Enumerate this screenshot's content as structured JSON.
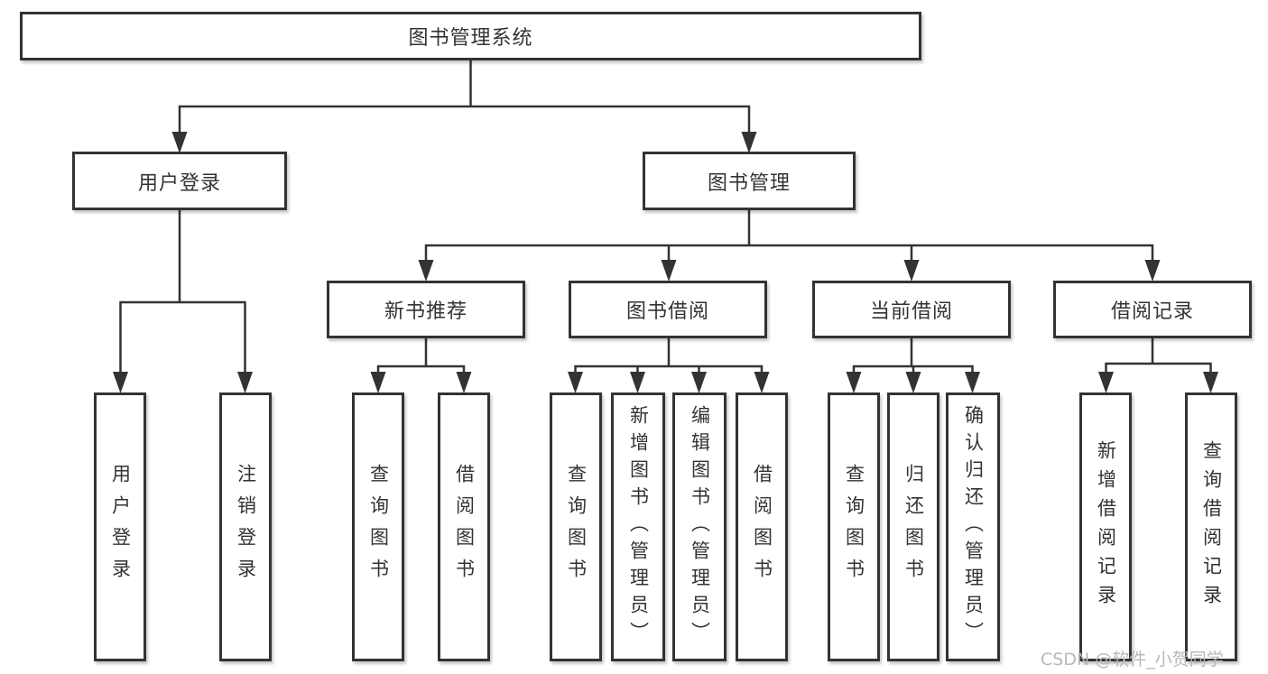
{
  "colors": {
    "line": "#333333",
    "text": "#333333",
    "box_background": "#ffffff",
    "background": "#ffffff",
    "watermark": "#b8b8b8"
  },
  "watermark": "CSDN @软件_小贺同学",
  "tree": {
    "root": {
      "label": "图书管理系统"
    },
    "children": [
      {
        "label": "用户登录",
        "children": [
          {
            "label": "用户登录"
          },
          {
            "label": "注销登录"
          }
        ]
      },
      {
        "label": "图书管理",
        "children": [
          {
            "label": "新书推荐",
            "children": [
              {
                "label": "查询图书"
              },
              {
                "label": "借阅图书"
              }
            ]
          },
          {
            "label": "图书借阅",
            "children": [
              {
                "label": "查询图书"
              },
              {
                "label": "新增图书（管理员）"
              },
              {
                "label": "编辑图书（管理员）"
              },
              {
                "label": "借阅图书"
              }
            ]
          },
          {
            "label": "当前借阅",
            "children": [
              {
                "label": "查询图书"
              },
              {
                "label": "归还图书"
              },
              {
                "label": "确认归还（管理员）"
              }
            ]
          },
          {
            "label": "借阅记录",
            "children": [
              {
                "label": "新增借阅记录"
              },
              {
                "label": "查询借阅记录"
              }
            ]
          }
        ]
      }
    ]
  }
}
